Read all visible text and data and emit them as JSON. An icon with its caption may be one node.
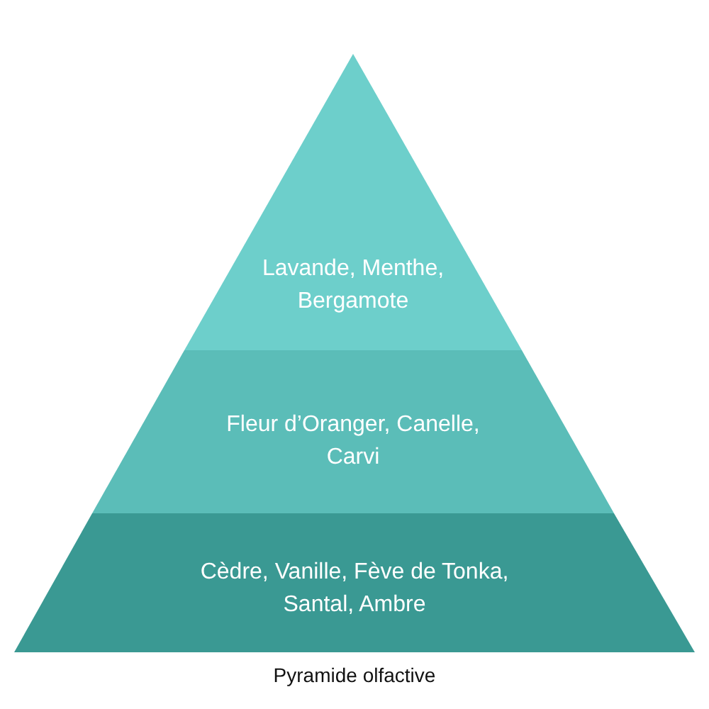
{
  "diagram": {
    "caption": "Pyramide olfactive",
    "nodes": [
      {
        "text": [
          "Lavande, Menthe, Bergamote"
        ]
      },
      {
        "text": [
          "Fleur d’Oranger, Canelle, Carvi"
        ]
      },
      {
        "text": [
          "Cèdre, Vanille, Fève de Tonka, Santal, Ambre"
        ]
      }
    ],
    "edges": []
  }
}
